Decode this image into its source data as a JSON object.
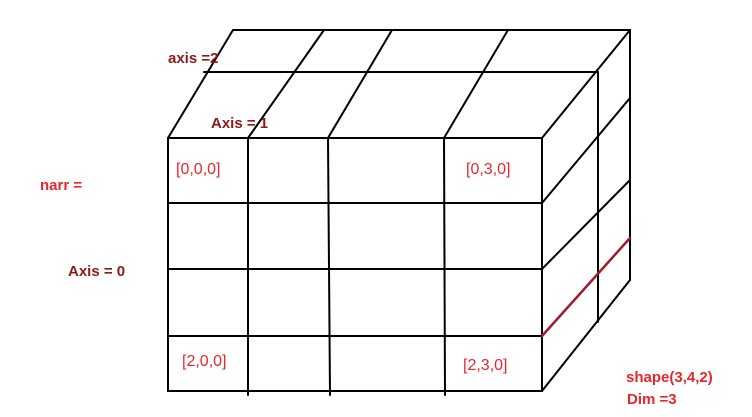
{
  "labels": {
    "axis2": "axis =2",
    "axis1": "Axis = 1",
    "axis0": "Axis  = 0",
    "narr": "narr =",
    "shape": "shape(3,4,2)",
    "dim": "Dim =3"
  },
  "cells": {
    "c000": "[0,0,0]",
    "c030": "[0,3,0]",
    "c200": "[2,0,0]",
    "c230": "[2,3,0]"
  },
  "colors": {
    "label_dark": "#8b1a1a",
    "label_red": "#e8262c",
    "grid": "#000000",
    "highlight_edge": "#a01c2c"
  }
}
